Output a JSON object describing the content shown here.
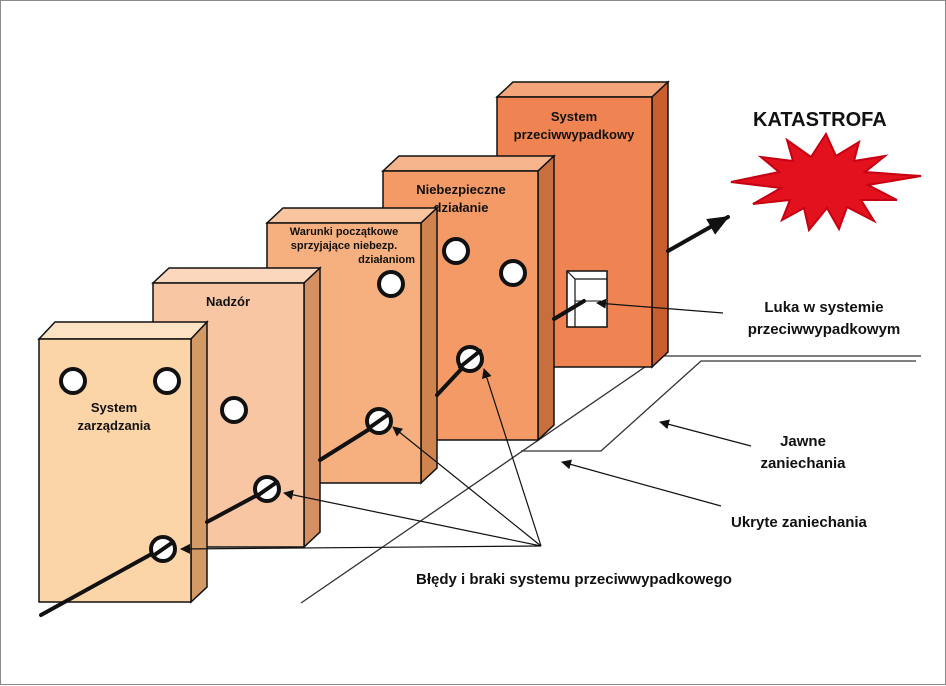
{
  "diagram": {
    "layers": [
      {
        "id": "layer-1",
        "label_lines": [
          "System",
          "zarządzania"
        ]
      },
      {
        "id": "layer-2",
        "label_lines": [
          "Nadzór"
        ]
      },
      {
        "id": "layer-3",
        "label_lines": [
          "Warunki początkowe",
          "sprzyjające niebezp.",
          "działaniom"
        ]
      },
      {
        "id": "layer-4",
        "label_lines": [
          "Niebezpieczne",
          "działanie"
        ]
      },
      {
        "id": "layer-5",
        "label_lines": [
          "System",
          "przeciwwypadkowy"
        ]
      }
    ],
    "callouts": {
      "catastrophe": "KATASTROFA",
      "gap": [
        "Luka w systemie",
        "przeciwwypadkowym"
      ],
      "explicit_omissions": [
        "Jawne",
        "zaniechania"
      ],
      "hidden_omissions": "Ukryte zaniechania",
      "errors": "Błędy i braki systemu przeciwwypadkowego"
    },
    "colors": {
      "layer_1": "#fbd4a8",
      "layer_2": "#f9c6a3",
      "layer_3": "#f6b07f",
      "layer_4": "#f39a67",
      "layer_5": "#ef8452",
      "burst_fill": "#e3101e",
      "burst_stroke": "#c60012"
    }
  }
}
